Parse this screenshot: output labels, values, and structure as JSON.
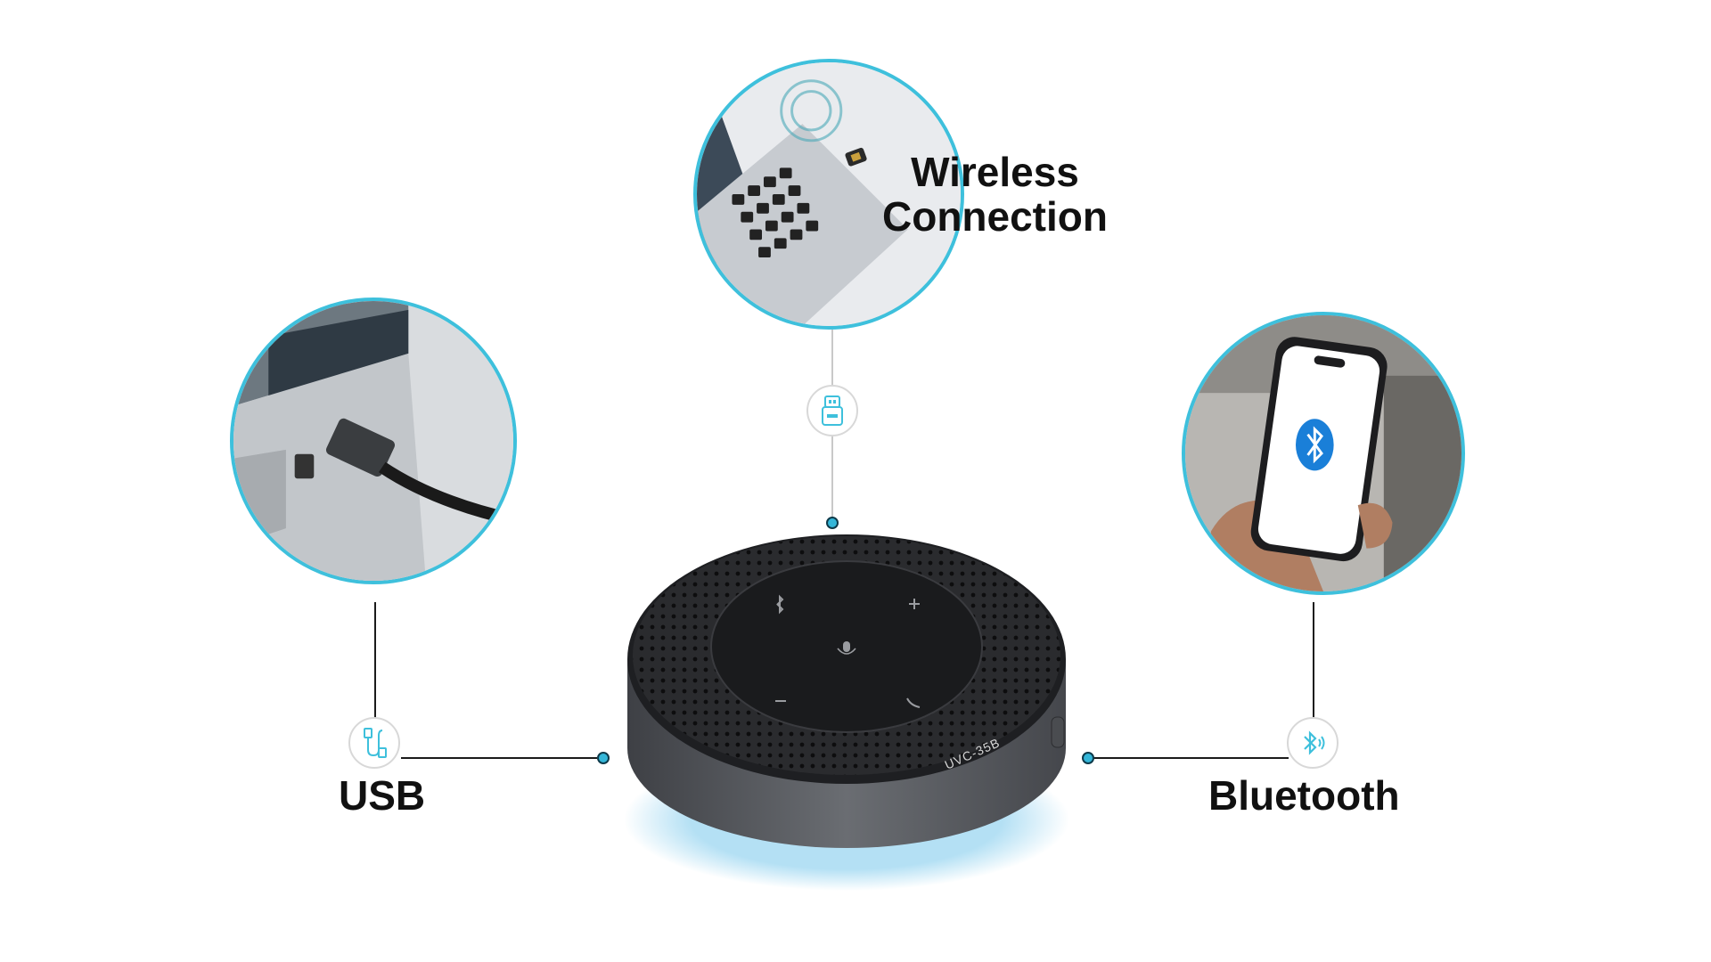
{
  "labels": {
    "usb": "USB",
    "bluetooth": "Bluetooth",
    "wireless_line1": "Wireless",
    "wireless_line2": "Connection"
  },
  "device": {
    "model": "UVC-35B"
  },
  "icons": {
    "usb": "usb-cable-icon",
    "wireless": "usb-dongle-icon",
    "bluetooth": "bluetooth-signal-icon"
  },
  "colors": {
    "accent": "#3ec0dc",
    "bluetooth_blue": "#1a7fd8",
    "text": "#111111",
    "device_body": "#5b5e63",
    "device_top": "#2a2b2e"
  }
}
